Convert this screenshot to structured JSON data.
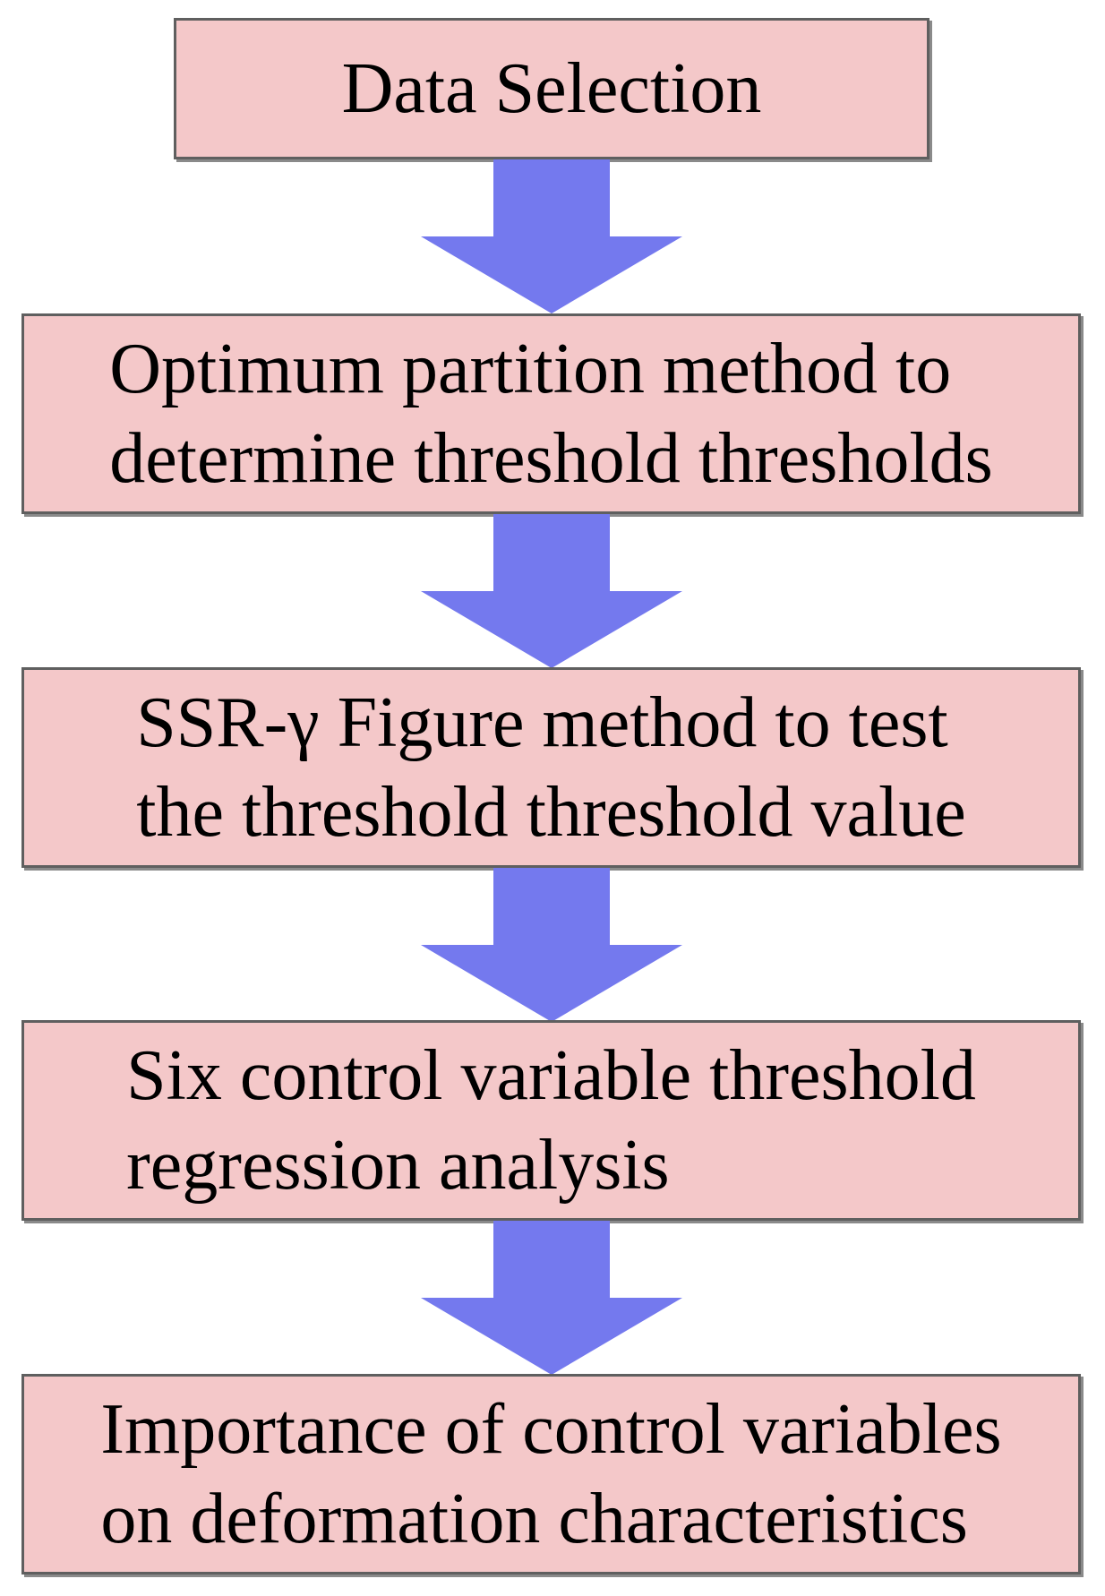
{
  "diagram": {
    "steps": [
      {
        "text": "Data Selection"
      },
      {
        "text": "Optimum partition method to\ndetermine threshold thresholds"
      },
      {
        "text": "SSR-γ Figure method to test\nthe threshold threshold value"
      },
      {
        "text": "Six control variable threshold\nregression analysis"
      },
      {
        "text": "Importance of control variables\non deformation characteristics"
      }
    ],
    "colors": {
      "box_fill": "#f4c8c9",
      "box_border": "#5f5f5f",
      "arrow_fill": "#7479ee",
      "text": "#000000"
    },
    "arrow_icon": "down-arrow-icon"
  }
}
